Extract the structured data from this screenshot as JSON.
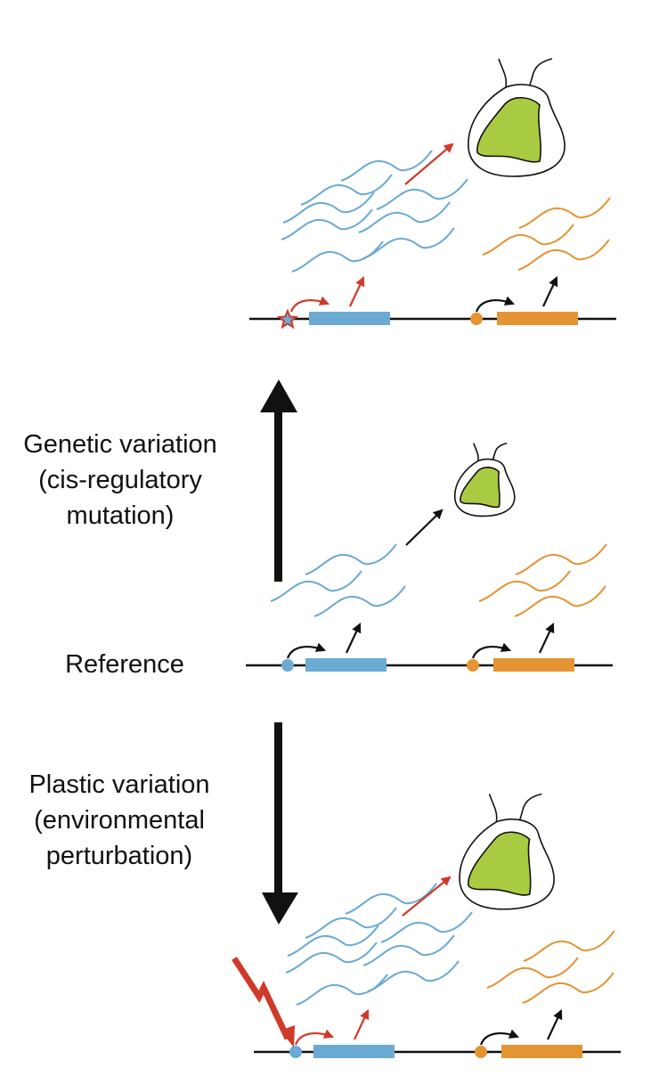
{
  "labels": {
    "genetic": [
      "Genetic variation",
      "(cis-regulatory",
      "mutation)"
    ],
    "reference": "Reference",
    "plastic": [
      "Plastic variation",
      "(environmental",
      "perturbation)"
    ]
  },
  "colors": {
    "gene_a": "#6aaad3",
    "gene_b": "#e49433",
    "cell_green": "#a8cb42",
    "highlight_red": "#cf3a2a",
    "ink": "#111111"
  },
  "panels": [
    {
      "name": "genetic-variation",
      "gene_a_transcripts": 7,
      "gene_b_transcripts": 3,
      "regulatory_change": "mutation-star"
    },
    {
      "name": "reference",
      "gene_a_transcripts": 3,
      "gene_b_transcripts": 3,
      "regulatory_change": "none"
    },
    {
      "name": "plastic-variation",
      "gene_a_transcripts": 7,
      "gene_b_transcripts": 3,
      "regulatory_change": "environmental-lightning"
    }
  ]
}
